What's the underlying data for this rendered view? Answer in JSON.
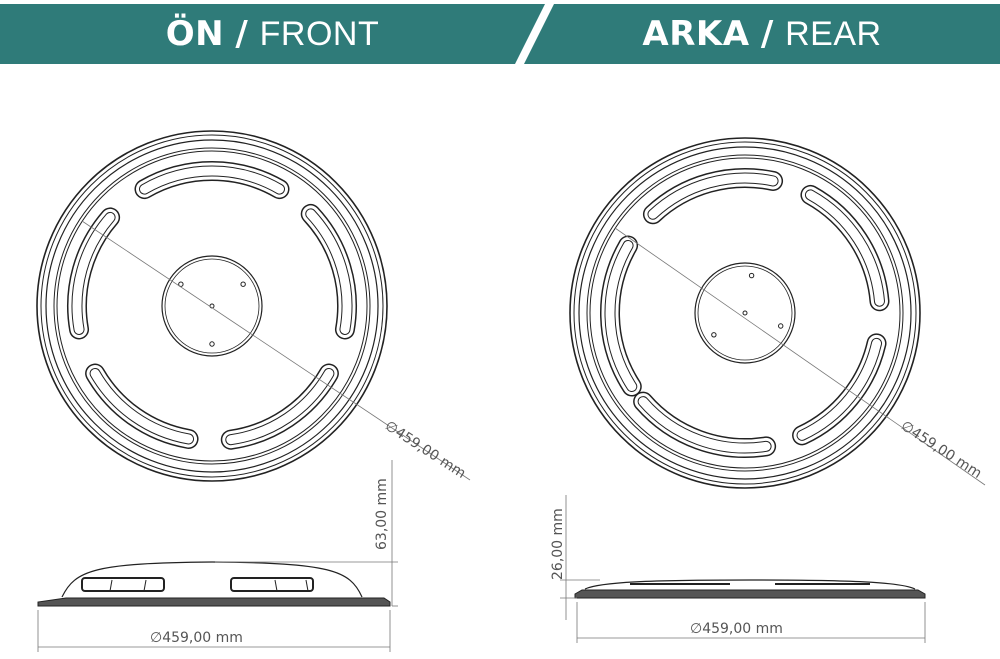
{
  "headers": {
    "front": {
      "bold": "ÖN",
      "sep": "/",
      "light": "FRONT"
    },
    "rear": {
      "bold": "ARKA",
      "sep": "/",
      "light": "REAR"
    }
  },
  "dimensions": {
    "front_diameter_top": "∅459,00 mm",
    "front_height": "63,00 mm",
    "front_diameter_side": "∅459,00 mm",
    "rear_diameter_top": "∅459,00 mm",
    "rear_height": "26,00 mm",
    "rear_diameter_side": "∅459,00 mm"
  },
  "colors": {
    "header": "#2f7b79"
  }
}
